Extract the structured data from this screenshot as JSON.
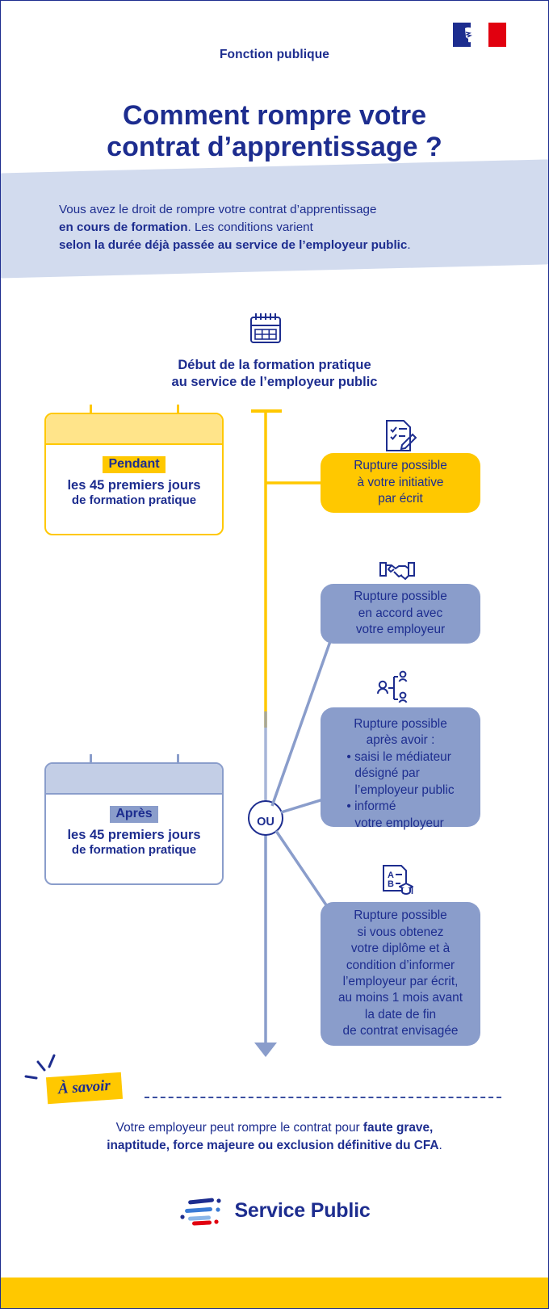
{
  "header": {
    "eyebrow": "Fonction publique",
    "title_line1": "Comment rompre votre",
    "title_line2": "contrat d’apprentissage ?",
    "flag_alt": "french-republic-marianne-logo"
  },
  "intro": {
    "line1_plain": "Vous avez le droit de rompre votre contrat d’apprentissage",
    "line2_bold": "en cours de formation",
    "line2_plain": ". Les conditions varient",
    "line3_bold": "selon la durée déjà passée au service de l’employeur public",
    "line3_plain": "."
  },
  "timeline": {
    "start_icon": "calendar-icon",
    "start_label_line1": "Début de la formation pratique",
    "start_label_line2": "au service de l’employeur public",
    "junction_label": "OU"
  },
  "periods": [
    {
      "id": "pendant",
      "tag": "Pendant",
      "line1": "les 45 premiers jours",
      "line2": "de formation pratique",
      "accent": "#ffc800"
    },
    {
      "id": "apres",
      "tag": "Après",
      "line1": "les 45 premiers jours",
      "line2": "de formation pratique",
      "accent": "#8a9dcb"
    }
  ],
  "outcomes": [
    {
      "id": "initiative",
      "icon": "document-check-pen-icon",
      "color": "#ffc800",
      "text": "Rupture possible\nà votre initiative\npar écrit",
      "lines": [
        "Rupture possible",
        "à votre initiative",
        "par écrit"
      ]
    },
    {
      "id": "accord-employeur",
      "icon": "handshake-icon",
      "color": "#8a9dcb",
      "text": "Rupture possible\nen accord avec\nvotre employeur",
      "lines": [
        "Rupture possible",
        "en accord avec",
        "votre employeur"
      ]
    },
    {
      "id": "mediateur",
      "icon": "mediation-people-icon",
      "color": "#8a9dcb",
      "intro_line1": "Rupture possible",
      "intro_line2": "après avoir :",
      "bullets": [
        "saisi le médiateur\ndésigné par\nl’employeur public",
        "informé\nvotre employeur"
      ],
      "bullet1_lines": [
        "saisi le médiateur",
        "désigné par",
        "l’employeur public"
      ],
      "bullet2_lines": [
        "informé",
        "votre employeur"
      ]
    },
    {
      "id": "diplome",
      "icon": "diploma-graduation-icon",
      "color": "#8a9dcb",
      "lines": [
        "Rupture possible",
        "si vous obtenez",
        "votre diplôme et à",
        "condition d’informer",
        "l’employeur par écrit,",
        "au moins 1 mois avant",
        "la date de fin",
        "de contrat envisagée"
      ]
    }
  ],
  "note": {
    "badge": "À savoir",
    "line1_plain": "Votre employeur peut rompre le contrat pour ",
    "line1_bold": "faute grave,",
    "line2_bold": "inaptitude, force majeure ou exclusion définitive du CFA",
    "line2_plain": "."
  },
  "footer": {
    "logo_mark": "service-public-logo-mark",
    "logo_text": "Service Public",
    "bar_color": "#ffc800"
  },
  "colors": {
    "brand_blue": "#1d2d8f",
    "yellow": "#ffc800",
    "yellow_light": "#ffe48a",
    "blue_mid": "#8a9dcb",
    "blue_light": "#c3cee6",
    "band": "#d2dbee",
    "red": "#e1000f"
  }
}
